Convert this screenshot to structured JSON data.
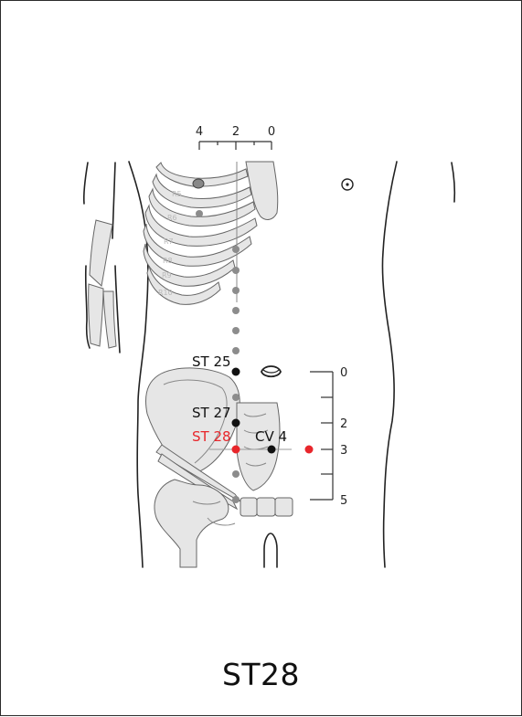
{
  "top_scale": {
    "labels": [
      "4",
      "2",
      "0"
    ]
  },
  "rib_labels": [
    "R5",
    "R6",
    "R7",
    "R8",
    "R9",
    "R10"
  ],
  "points": {
    "st25": "ST 25",
    "st27": "ST 27",
    "st28": "ST 28",
    "cv4": "CV 4"
  },
  "right_scale": {
    "labels": [
      "0",
      "2",
      "3",
      "5"
    ]
  },
  "caption": "ST28",
  "colors": {
    "highlight": "#e8262b",
    "point": "#111111",
    "meridian_dot": "#8c8c8c",
    "bone_fill": "#e6e6e6",
    "line": "#333333"
  }
}
